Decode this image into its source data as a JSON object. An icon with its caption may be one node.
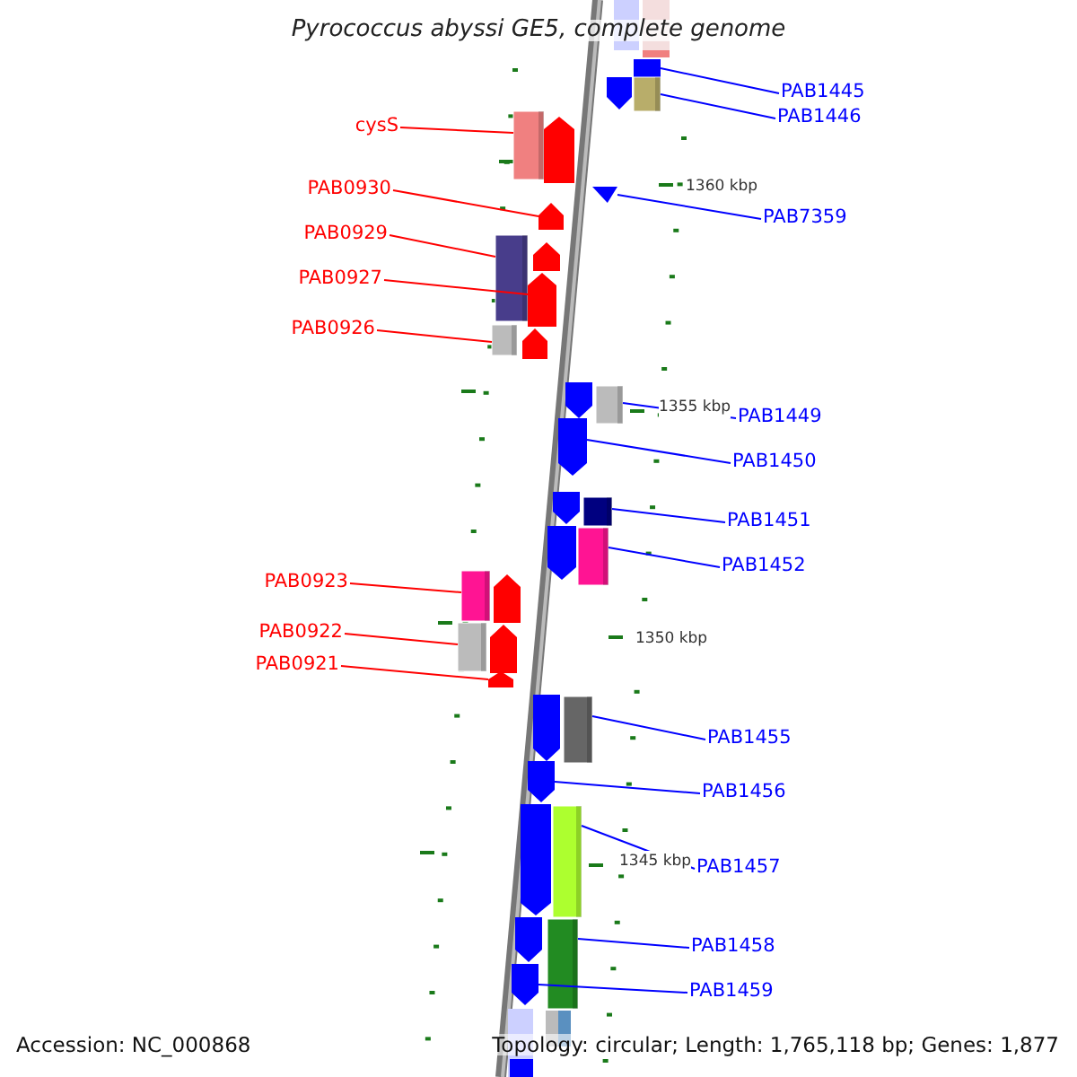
{
  "diagram": {
    "title": "Pyrococcus abyssi GE5, complete genome",
    "nodes": [
      {
        "text": [
          "cysS"
        ]
      },
      {
        "text": [],
        "shape": "pentagon"
      },
      {
        "text": [
          "PAB0930"
        ]
      },
      {
        "text": [],
        "shape": "pentagon"
      },
      {
        "text": [
          "PAB0929"
        ]
      },
      {
        "text": [],
        "shape": "pentagon"
      },
      {
        "text": [
          "PAB0927"
        ]
      },
      {
        "text": [],
        "shape": "pentagon"
      },
      {
        "text": [
          "PAB0926"
        ]
      },
      {
        "text": [],
        "shape": "pentagon"
      },
      {
        "text": [
          "PAB0923"
        ]
      },
      {
        "text": [],
        "shape": "pentagon"
      },
      {
        "text": [
          "PAB0922"
        ]
      },
      {
        "text": [],
        "shape": "pentagon"
      },
      {
        "text": [
          "PAB0921"
        ]
      },
      {
        "text": [],
        "shape": "pentagon"
      },
      {
        "text": [
          "PAB1445"
        ]
      },
      {
        "text": [],
        "shape": "box"
      },
      {
        "text": [
          "PAB1446"
        ]
      },
      {
        "text": [],
        "shape": "pentagon"
      },
      {
        "text": [
          "PAB7359"
        ]
      },
      {
        "text": [],
        "shape": "triangle"
      },
      {
        "text": [
          "PAB1449"
        ]
      },
      {
        "text": [],
        "shape": "pentagon"
      },
      {
        "text": [
          "PAB1450"
        ]
      },
      {
        "text": [],
        "shape": "pentagon"
      },
      {
        "text": [
          "PAB1451"
        ]
      },
      {
        "text": [],
        "shape": "pentagon"
      },
      {
        "text": [
          "PAB1452"
        ]
      },
      {
        "text": [],
        "shape": "pentagon"
      },
      {
        "text": [
          "PAB1455"
        ]
      },
      {
        "text": [],
        "shape": "pentagon"
      },
      {
        "text": [
          "PAB1456"
        ]
      },
      {
        "text": [],
        "shape": "pentagon"
      },
      {
        "text": [
          "PAB1457"
        ]
      },
      {
        "text": [],
        "shape": "pentagon"
      },
      {
        "text": [
          "PAB1458"
        ]
      },
      {
        "text": [],
        "shape": "pentagon"
      },
      {
        "text": [
          "PAB1459"
        ]
      },
      {
        "text": [],
        "shape": "pentagon"
      }
    ],
    "edges": [
      {
        "from": 0,
        "to": 1,
        "arrow": "none",
        "color": "#ff0000"
      },
      {
        "from": 2,
        "to": 3,
        "arrow": "none",
        "color": "#ff0000"
      },
      {
        "from": 4,
        "to": 5,
        "arrow": "none",
        "color": "#ff0000"
      },
      {
        "from": 6,
        "to": 7,
        "arrow": "none",
        "color": "#ff0000"
      },
      {
        "from": 8,
        "to": 9,
        "arrow": "none",
        "color": "#ff0000"
      },
      {
        "from": 10,
        "to": 11,
        "arrow": "none",
        "color": "#ff0000"
      },
      {
        "from": 12,
        "to": 13,
        "arrow": "none",
        "color": "#ff0000"
      },
      {
        "from": 14,
        "to": 15,
        "arrow": "none",
        "color": "#ff0000"
      },
      {
        "from": 16,
        "to": 17,
        "arrow": "none"
      },
      {
        "from": 18,
        "to": 19,
        "arrow": "none"
      },
      {
        "from": 20,
        "to": 21,
        "arrow": "none"
      },
      {
        "from": 22,
        "to": 23,
        "arrow": "none"
      },
      {
        "from": 24,
        "to": 25,
        "arrow": "none"
      },
      {
        "from": 26,
        "to": 27,
        "arrow": "none"
      },
      {
        "from": 28,
        "to": 29,
        "arrow": "none"
      },
      {
        "from": 30,
        "to": 31,
        "arrow": "none"
      },
      {
        "from": 32,
        "to": 33,
        "arrow": "none"
      },
      {
        "from": 34,
        "to": 35,
        "arrow": "none"
      },
      {
        "from": 36,
        "to": 37,
        "arrow": "none"
      },
      {
        "from": 38,
        "to": 39,
        "arrow": "none"
      }
    ],
    "labels": [
      "1360 kbp",
      "1355 kbp",
      "1350 kbp",
      "1345 kbp",
      "Accession: NC_000868",
      "Topology: circular; Length: 1,765,118 bp; Genes: 1,877"
    ]
  }
}
